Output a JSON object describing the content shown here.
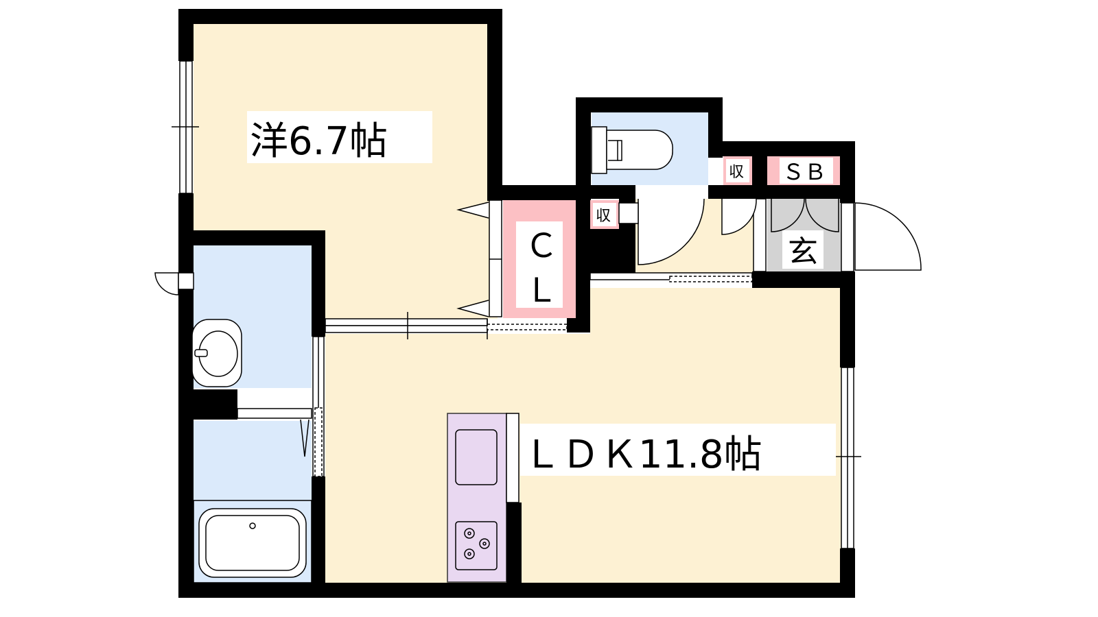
{
  "rooms": {
    "western_room": "洋6.7帖",
    "ldk": "ＬＤＫ11.8帖",
    "closet_top": "Ｃ",
    "closet_bottom": "Ｌ",
    "storage_1": "収",
    "storage_2": "収",
    "shoe_box": "ＳＢ",
    "entrance": "玄"
  },
  "colors": {
    "floor": "#fdf1d3",
    "wet_area": "#dbeafb",
    "closet": "#fcc0c4",
    "kitchen": "#e9d8f1",
    "entrance": "#d3d3d3",
    "wall": "#000000"
  },
  "icons": [
    "toilet-icon",
    "washbasin-icon",
    "bathtub-icon",
    "stove-icon",
    "sink-icon",
    "door-swing-icon"
  ]
}
